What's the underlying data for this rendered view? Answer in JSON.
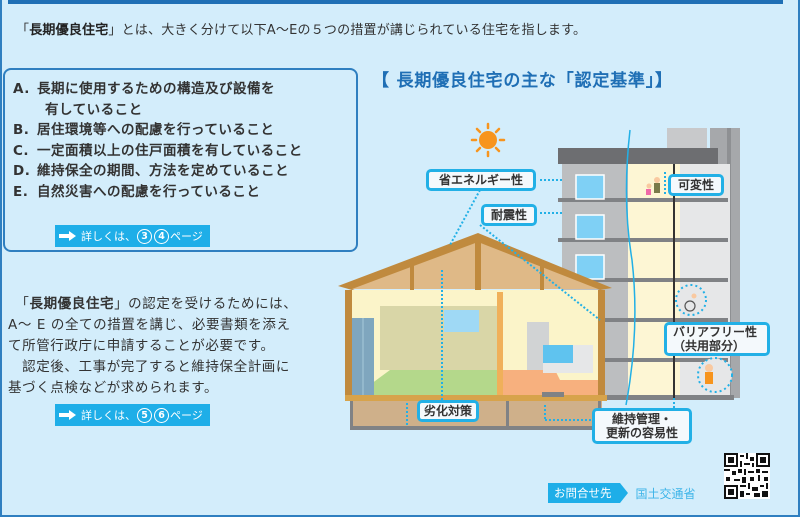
{
  "intro": {
    "open_bracket": "「",
    "term": "長期優良住宅",
    "close_bracket": "」",
    "text": "とは、大きく分けて以下A～Eの５つの措置が講じられている住宅を指します。"
  },
  "criteria": {
    "items": [
      {
        "letter": "A.",
        "text": "長期に使用するための構造及び設備を",
        "continuation": "有していること"
      },
      {
        "letter": "B.",
        "text": "居住環境等への配慮を行っていること"
      },
      {
        "letter": "C.",
        "text": "一定面積以上の住戸面積を有していること"
      },
      {
        "letter": "D.",
        "text": "維持保全の期間、方法を定めていること"
      },
      {
        "letter": "E.",
        "text": "自然災害への配慮を行っていること"
      }
    ],
    "link": {
      "prefix": "詳しくは、",
      "page1": "3",
      "page2": "4",
      "suffix": "ページ"
    }
  },
  "certification": {
    "line1_open": "「",
    "line1_term": "長期優良住宅",
    "line1_rest": "」の認定を受けるためには、",
    "line2": "A～ E の全ての措置を講じ、必要書類を添え",
    "line3": "て所管行政庁に申請することが必要です。",
    "line4": "認定後、工事が完了すると維持保全計画に",
    "line5": "基づく点検などが求められます。",
    "link": {
      "prefix": "詳しくは、",
      "page1": "5",
      "page2": "6",
      "suffix": "ページ"
    }
  },
  "illustration": {
    "title": "【 長期優良住宅の主な「認定基準」】",
    "tags": {
      "energy": "省エネルギー性",
      "quake": "耐震性",
      "variable": "可変性",
      "barrier_free_1": "バリアフリー性",
      "barrier_free_2": "（共用部分）",
      "deterioration": "劣化対策",
      "maintenance_1": "維持管理・",
      "maintenance_2": "更新の容易性"
    }
  },
  "footer": {
    "contact_label": "お問合せ先",
    "organization": "国土交通省"
  },
  "colors": {
    "background": "#d3edfb",
    "border": "#2f7fc0",
    "accent": "#1eaee8",
    "title": "#1f6fb5",
    "tag_border": "#22b0e6"
  }
}
